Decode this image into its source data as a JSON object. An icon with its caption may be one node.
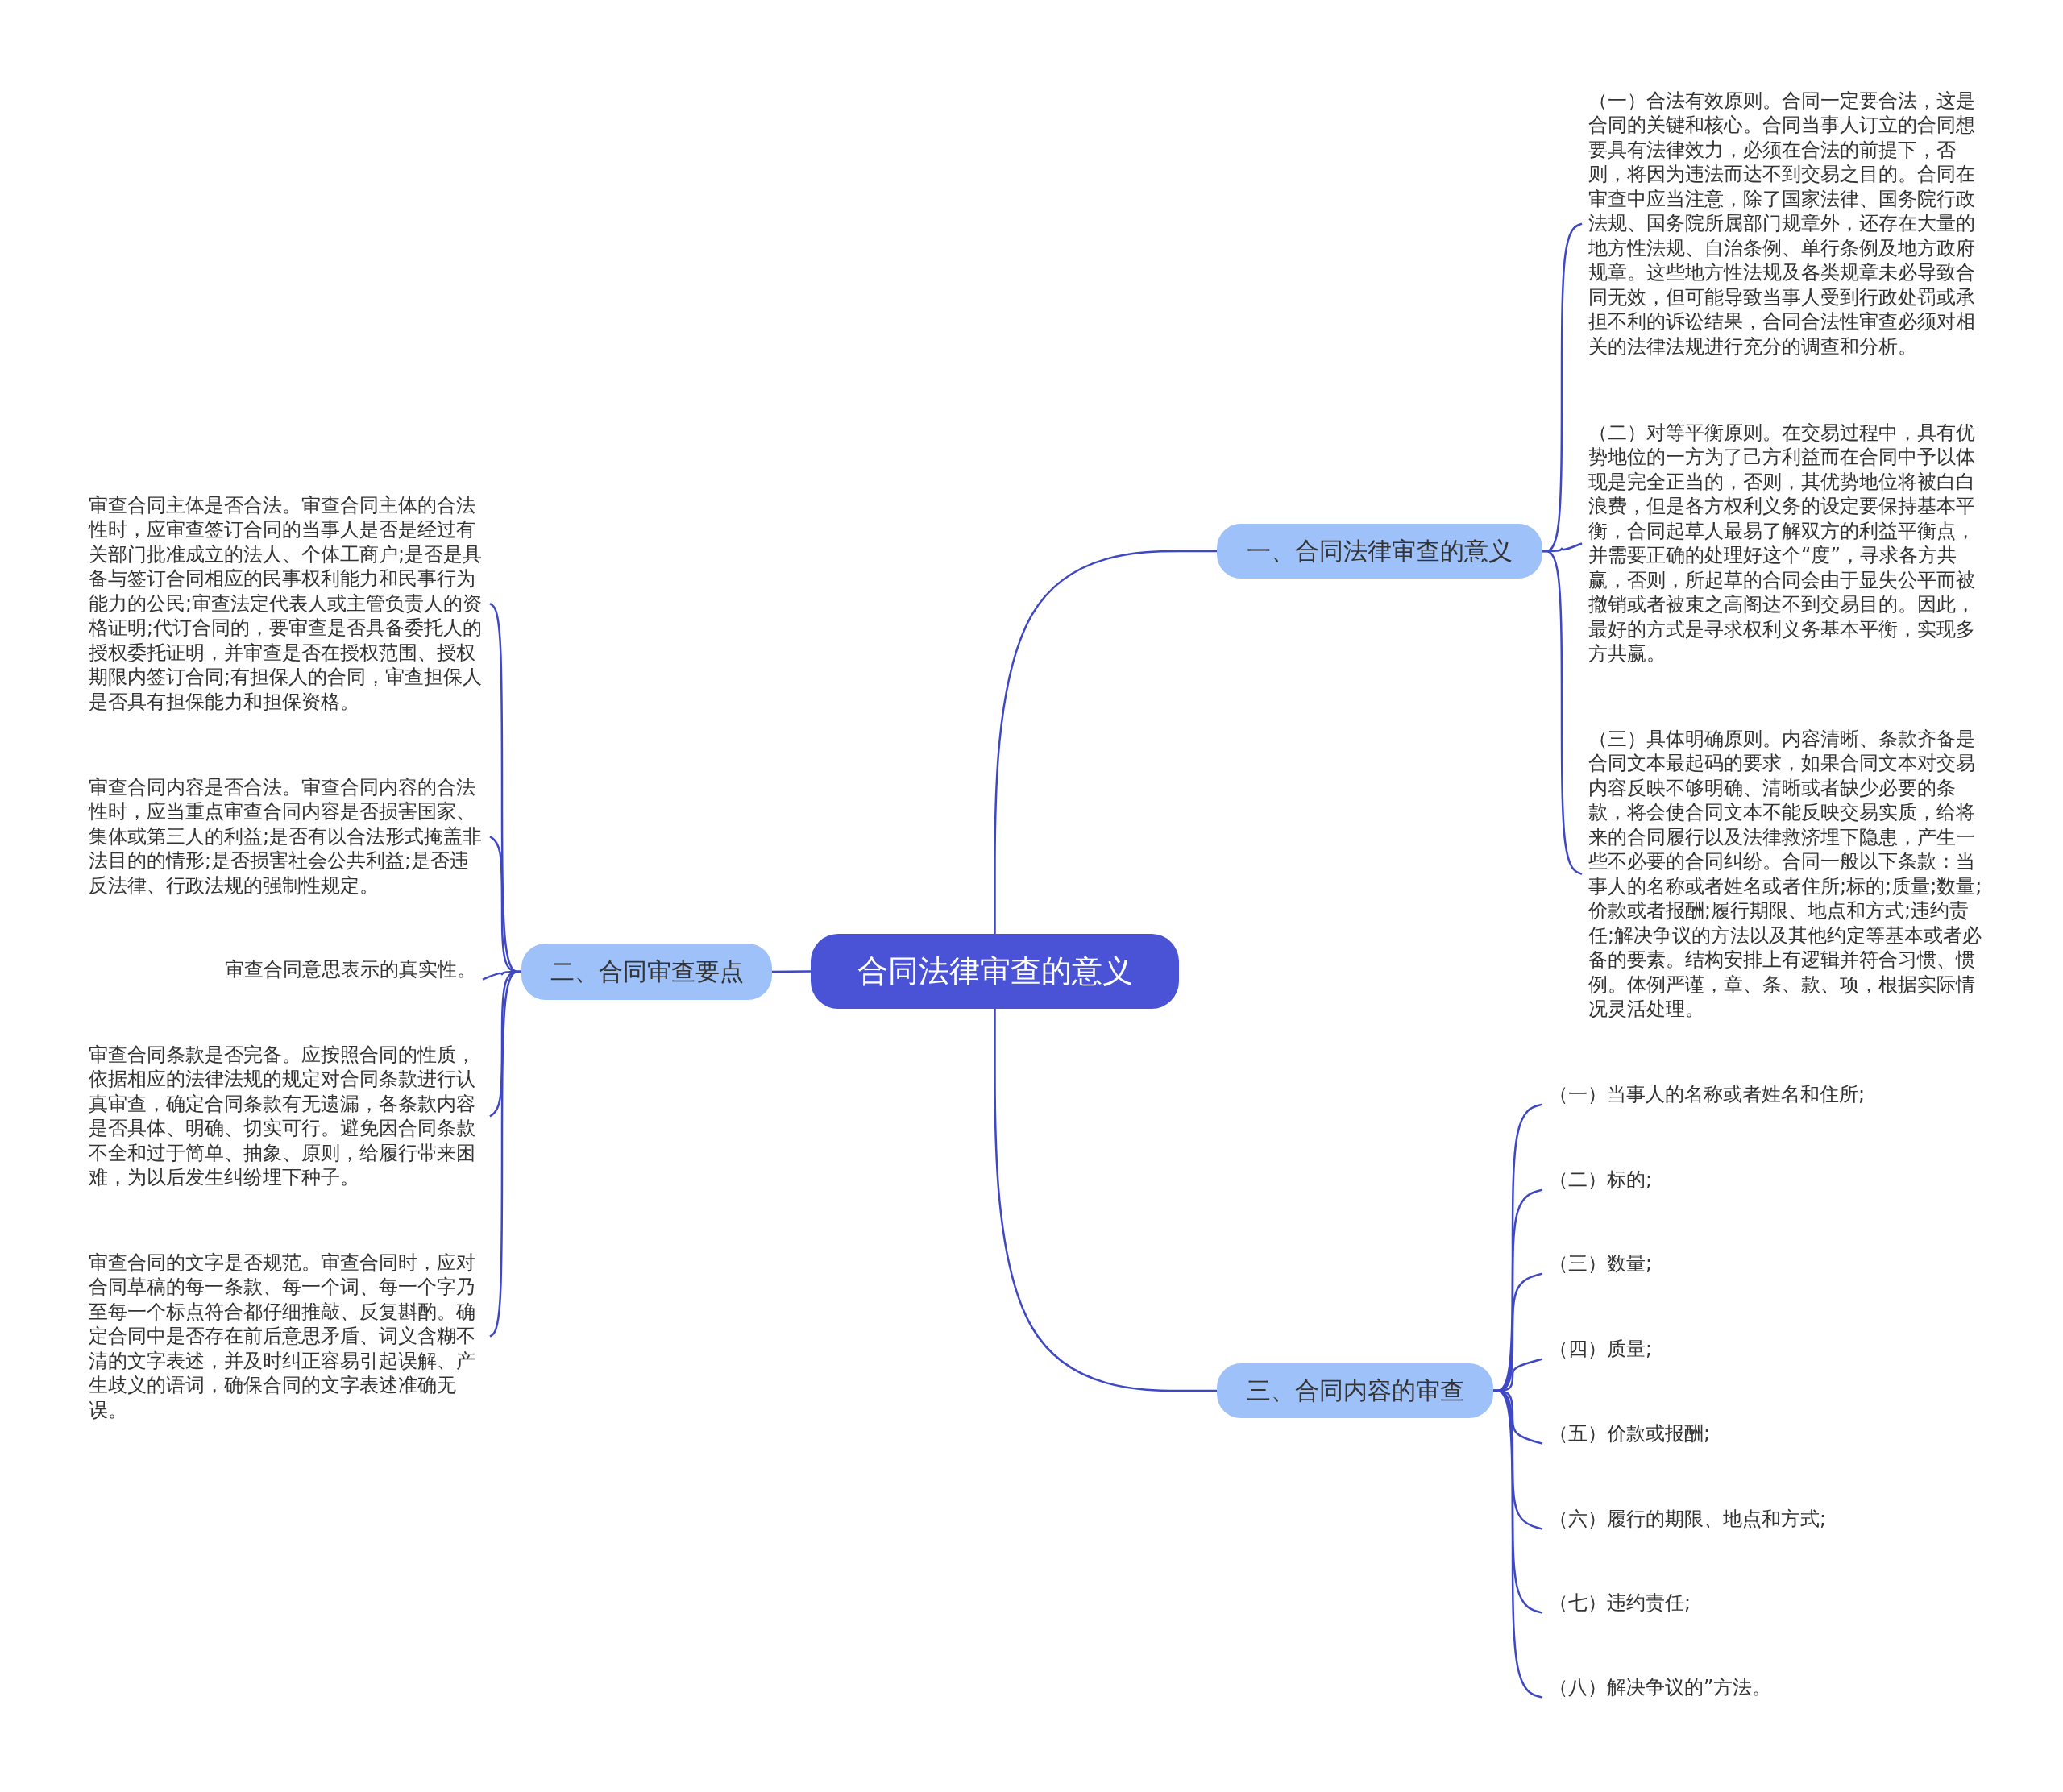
{
  "diagram": {
    "nodes": [
      {
        "text": [
          "合同法律审查的意义"
        ]
      },
      {
        "text": [
          "一、合同法律审查的意义"
        ]
      },
      {
        "text": [
          "（一）合法有效原则。合同一定要合法，这是合同的关键和核心。合同当事人订立的合同想要具有法律效力，必须在合法的前提下，否则，将因为违法而达不到交易之目的。合同在审查中应当注意，除了国家法律、国务院行政法规、国务院所属部门规章外，还存在大量的地方性法规、自治条例、单行条例及地方政府规章。这些地方性法规及各类规章未必导致合同无效，但可能导致当事人受到行政处罚或承担不利的诉讼结果，合同合法性审查必须对相关的法律法规进行充分的调查和分析。"
        ]
      },
      {
        "text": [
          "（二）对等平衡原则。在交易过程中，具有优势地位的一方为了己方利益而在合同中予以体现是完全正当的，否则，其优势地位将被白白浪费，但是各方权利义务的设定要保持基本平衡，合同起草人最易了解双方的利益平衡点，并需要正确的处理好这个“度”，寻求各方共赢，否则，所起草的合同会由于显失公平而被撤销或者被束之高阁达不到交易目的。因此，最好的方式是寻求权利义务基本平衡，实现多方共赢。"
        ]
      },
      {
        "text": [
          "（三）具体明确原则。内容清晰、条款齐备是合同文本最起码的要求，如果合同文本对交易内容反映不够明确、清晰或者缺少必要的条款，将会使合同文本不能反映交易实质，给将来的合同履行以及法律救济埋下隐患，产生一些不必要的合同纠纷。合同一般以下条款：当事人的名称或者姓名或者住所;标的;质量;数量;价款或者报酬;履行期限、地点和方式;违约责任;解决争议的方法以及其他约定等基本或者必备的要素。结构安排上有逻辑并符合习惯、惯例。体例严谨，章、条、款、项，根据实际情况灵活处理。"
        ]
      },
      {
        "text": [
          "二、合同审查要点"
        ]
      },
      {
        "text": [
          "审查合同主体是否合法。审查合同主体的合法性时，应审查签订合同的当事人是否是经过有关部门批准成立的法人、个体工商户;是否是具备与签订合同相应的民事权利能力和民事行为能力的公民;审查法定代表人或主管负责人的资格证明;代订合同的，要审查是否具备委托人的授权委托证明，并审查是否在授权范围、授权期限内签订合同;有担保人的合同，审查担保人是否具有担保能力和担保资格。"
        ]
      },
      {
        "text": [
          "审查合同内容是否合法。审查合同内容的合法性时，应当重点审查合同内容是否损害国家、集体或第三人的利益;是否有以合法形式掩盖非法目的的情形;是否损害社会公共利益;是否违反法律、行政法规的强制性规定。"
        ]
      },
      {
        "text": [
          "审查合同意思表示的真实性。"
        ]
      },
      {
        "text": [
          "审查合同条款是否完备。应按照合同的性质，依据相应的法律法规的规定对合同条款进行认真审查，确定合同条款有无遗漏，各条款内容是否具体、明确、切实可行。避免因合同条款不全和过于简单、抽象、原则，给履行带来困难，为以后发生纠纷埋下种子。"
        ]
      },
      {
        "text": [
          "审查合同的文字是否规范。审查合同时，应对合同草稿的每一条款、每一个词、每一个字乃至每一个标点符合都仔细推敲、反复斟酌。确定合同中是否存在前后意思矛盾、词义含糊不清的文字表述，并及时纠正容易引起误解、产生歧义的语词，确保合同的文字表述准确无误。"
        ]
      },
      {
        "text": [
          "三、合同内容的审查"
        ]
      },
      {
        "text": [
          "（一）当事人的名称或者姓名和住所;"
        ]
      },
      {
        "text": [
          "（二）标的;"
        ]
      },
      {
        "text": [
          "（三）数量;"
        ]
      },
      {
        "text": [
          "（四）质量;"
        ]
      },
      {
        "text": [
          "（五）价款或报酬;"
        ]
      },
      {
        "text": [
          "（六）履行的期限、地点和方式;"
        ]
      },
      {
        "text": [
          "（七）违约责任;"
        ]
      },
      {
        "text": [
          "（八）解决争议的”方法。"
        ]
      }
    ],
    "edges": [
      {
        "from": 0,
        "to": 1,
        "arrow": "none"
      },
      {
        "from": 1,
        "to": 2,
        "arrow": "none"
      },
      {
        "from": 1,
        "to": 3,
        "arrow": "none"
      },
      {
        "from": 1,
        "to": 4,
        "arrow": "none"
      },
      {
        "from": 0,
        "to": 5,
        "arrow": "none"
      },
      {
        "from": 5,
        "to": 6,
        "arrow": "none"
      },
      {
        "from": 5,
        "to": 7,
        "arrow": "none"
      },
      {
        "from": 5,
        "to": 8,
        "arrow": "none"
      },
      {
        "from": 5,
        "to": 9,
        "arrow": "none"
      },
      {
        "from": 5,
        "to": 10,
        "arrow": "none"
      },
      {
        "from": 0,
        "to": 11,
        "arrow": "none"
      },
      {
        "from": 11,
        "to": 12,
        "arrow": "none"
      },
      {
        "from": 11,
        "to": 13,
        "arrow": "none"
      },
      {
        "from": 11,
        "to": 14,
        "arrow": "none"
      },
      {
        "from": 11,
        "to": 15,
        "arrow": "none"
      },
      {
        "from": 11,
        "to": 16,
        "arrow": "none"
      },
      {
        "from": 11,
        "to": 17,
        "arrow": "none"
      },
      {
        "from": 11,
        "to": 18,
        "arrow": "none"
      },
      {
        "from": 11,
        "to": 19,
        "arrow": "none"
      }
    ]
  }
}
